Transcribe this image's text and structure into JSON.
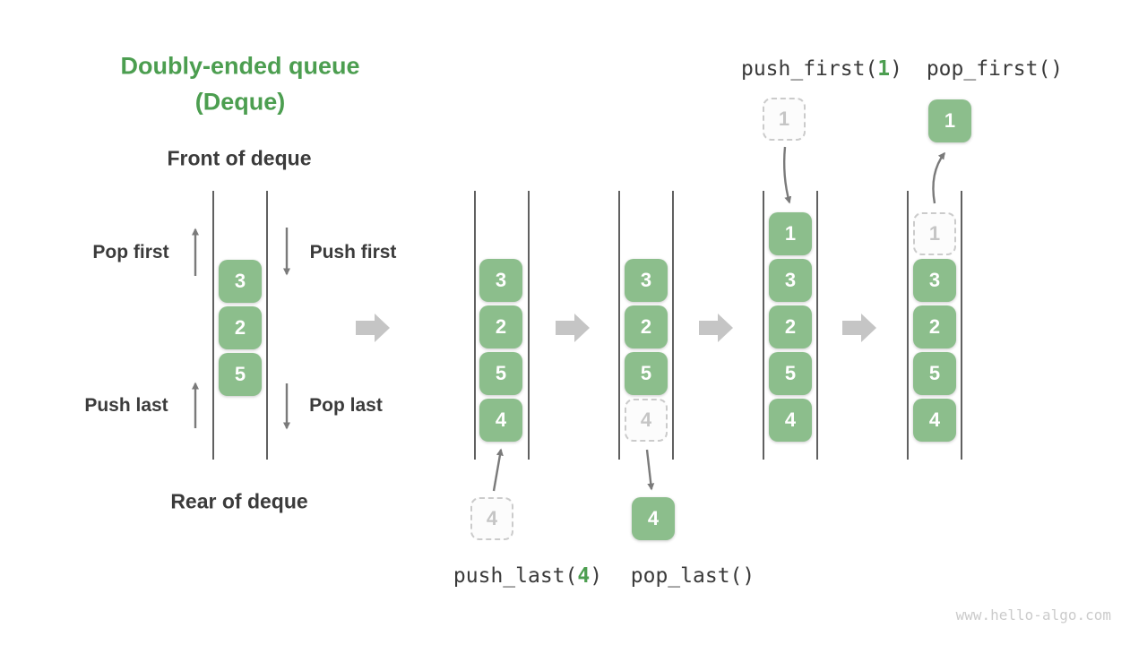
{
  "title": {
    "line1": "Doubly-ended queue",
    "line2": "(Deque)"
  },
  "demo": {
    "front_label": "Front of deque",
    "rear_label": "Rear of deque",
    "pop_first_label": "Pop first",
    "push_first_label": "Push first",
    "push_last_label": "Push last",
    "pop_last_label": "Pop last",
    "items": [
      "3",
      "2",
      "5"
    ]
  },
  "states": {
    "after_push_last": {
      "items": [
        "3",
        "2",
        "5",
        "4"
      ],
      "incoming_value": "4"
    },
    "after_pop_last": {
      "items": [
        "3",
        "2",
        "5"
      ],
      "ghost_value": "4",
      "popped_value": "4"
    },
    "after_push_first": {
      "items": [
        "1",
        "3",
        "2",
        "5",
        "4"
      ],
      "incoming_value": "1"
    },
    "after_pop_first": {
      "items": [
        "3",
        "2",
        "5",
        "4"
      ],
      "ghost_value": "1",
      "popped_value": "1"
    }
  },
  "operations": {
    "push_last": {
      "pre": "push_last(",
      "arg": "4",
      "post": ")"
    },
    "pop_last": {
      "label": "pop_last()"
    },
    "push_first": {
      "pre": "push_first(",
      "arg": "1",
      "post": ")"
    },
    "pop_first": {
      "label": "pop_first()"
    }
  },
  "colors": {
    "node_green": "#8CBE8C",
    "accent_green": "#4C9E50",
    "channel_line": "#4F4F4F",
    "thin_arrow": "#7A7A7A",
    "block_arrow": "#C5C5C5",
    "ghost_border": "#CBCBCB",
    "ghost_text": "#C5C5C5",
    "label_text": "#3B3B3B",
    "watermark": "#CBCBCB"
  },
  "watermark": "www.hello-algo.com"
}
